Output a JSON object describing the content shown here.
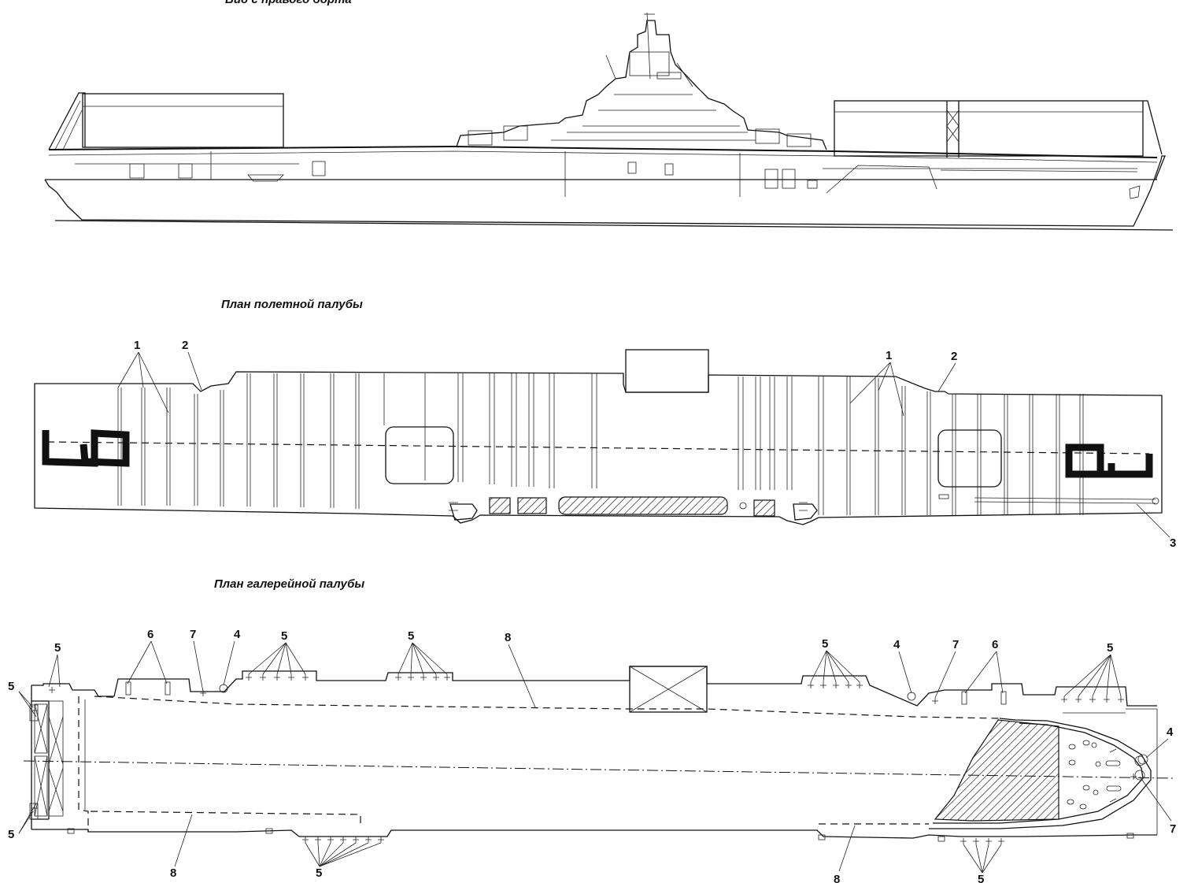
{
  "captions": {
    "side_view": "Вид с правого борта",
    "flight_deck": "План полетной палубы",
    "gallery_deck": "План галерейной палубы"
  },
  "deck_numbers": {
    "hull_number_left": "9",
    "hull_number_right": "9"
  },
  "callouts": {
    "flight": [
      "1",
      "2",
      "1",
      "2",
      "3"
    ],
    "gallery": [
      "5",
      "5",
      "6",
      "7",
      "4",
      "5",
      "5",
      "8",
      "5",
      "4",
      "7",
      "6",
      "5",
      "4",
      "5",
      "8",
      "5",
      "8",
      "5",
      "7"
    ]
  },
  "colors": {
    "line": "#111111",
    "background": "#ffffff"
  }
}
